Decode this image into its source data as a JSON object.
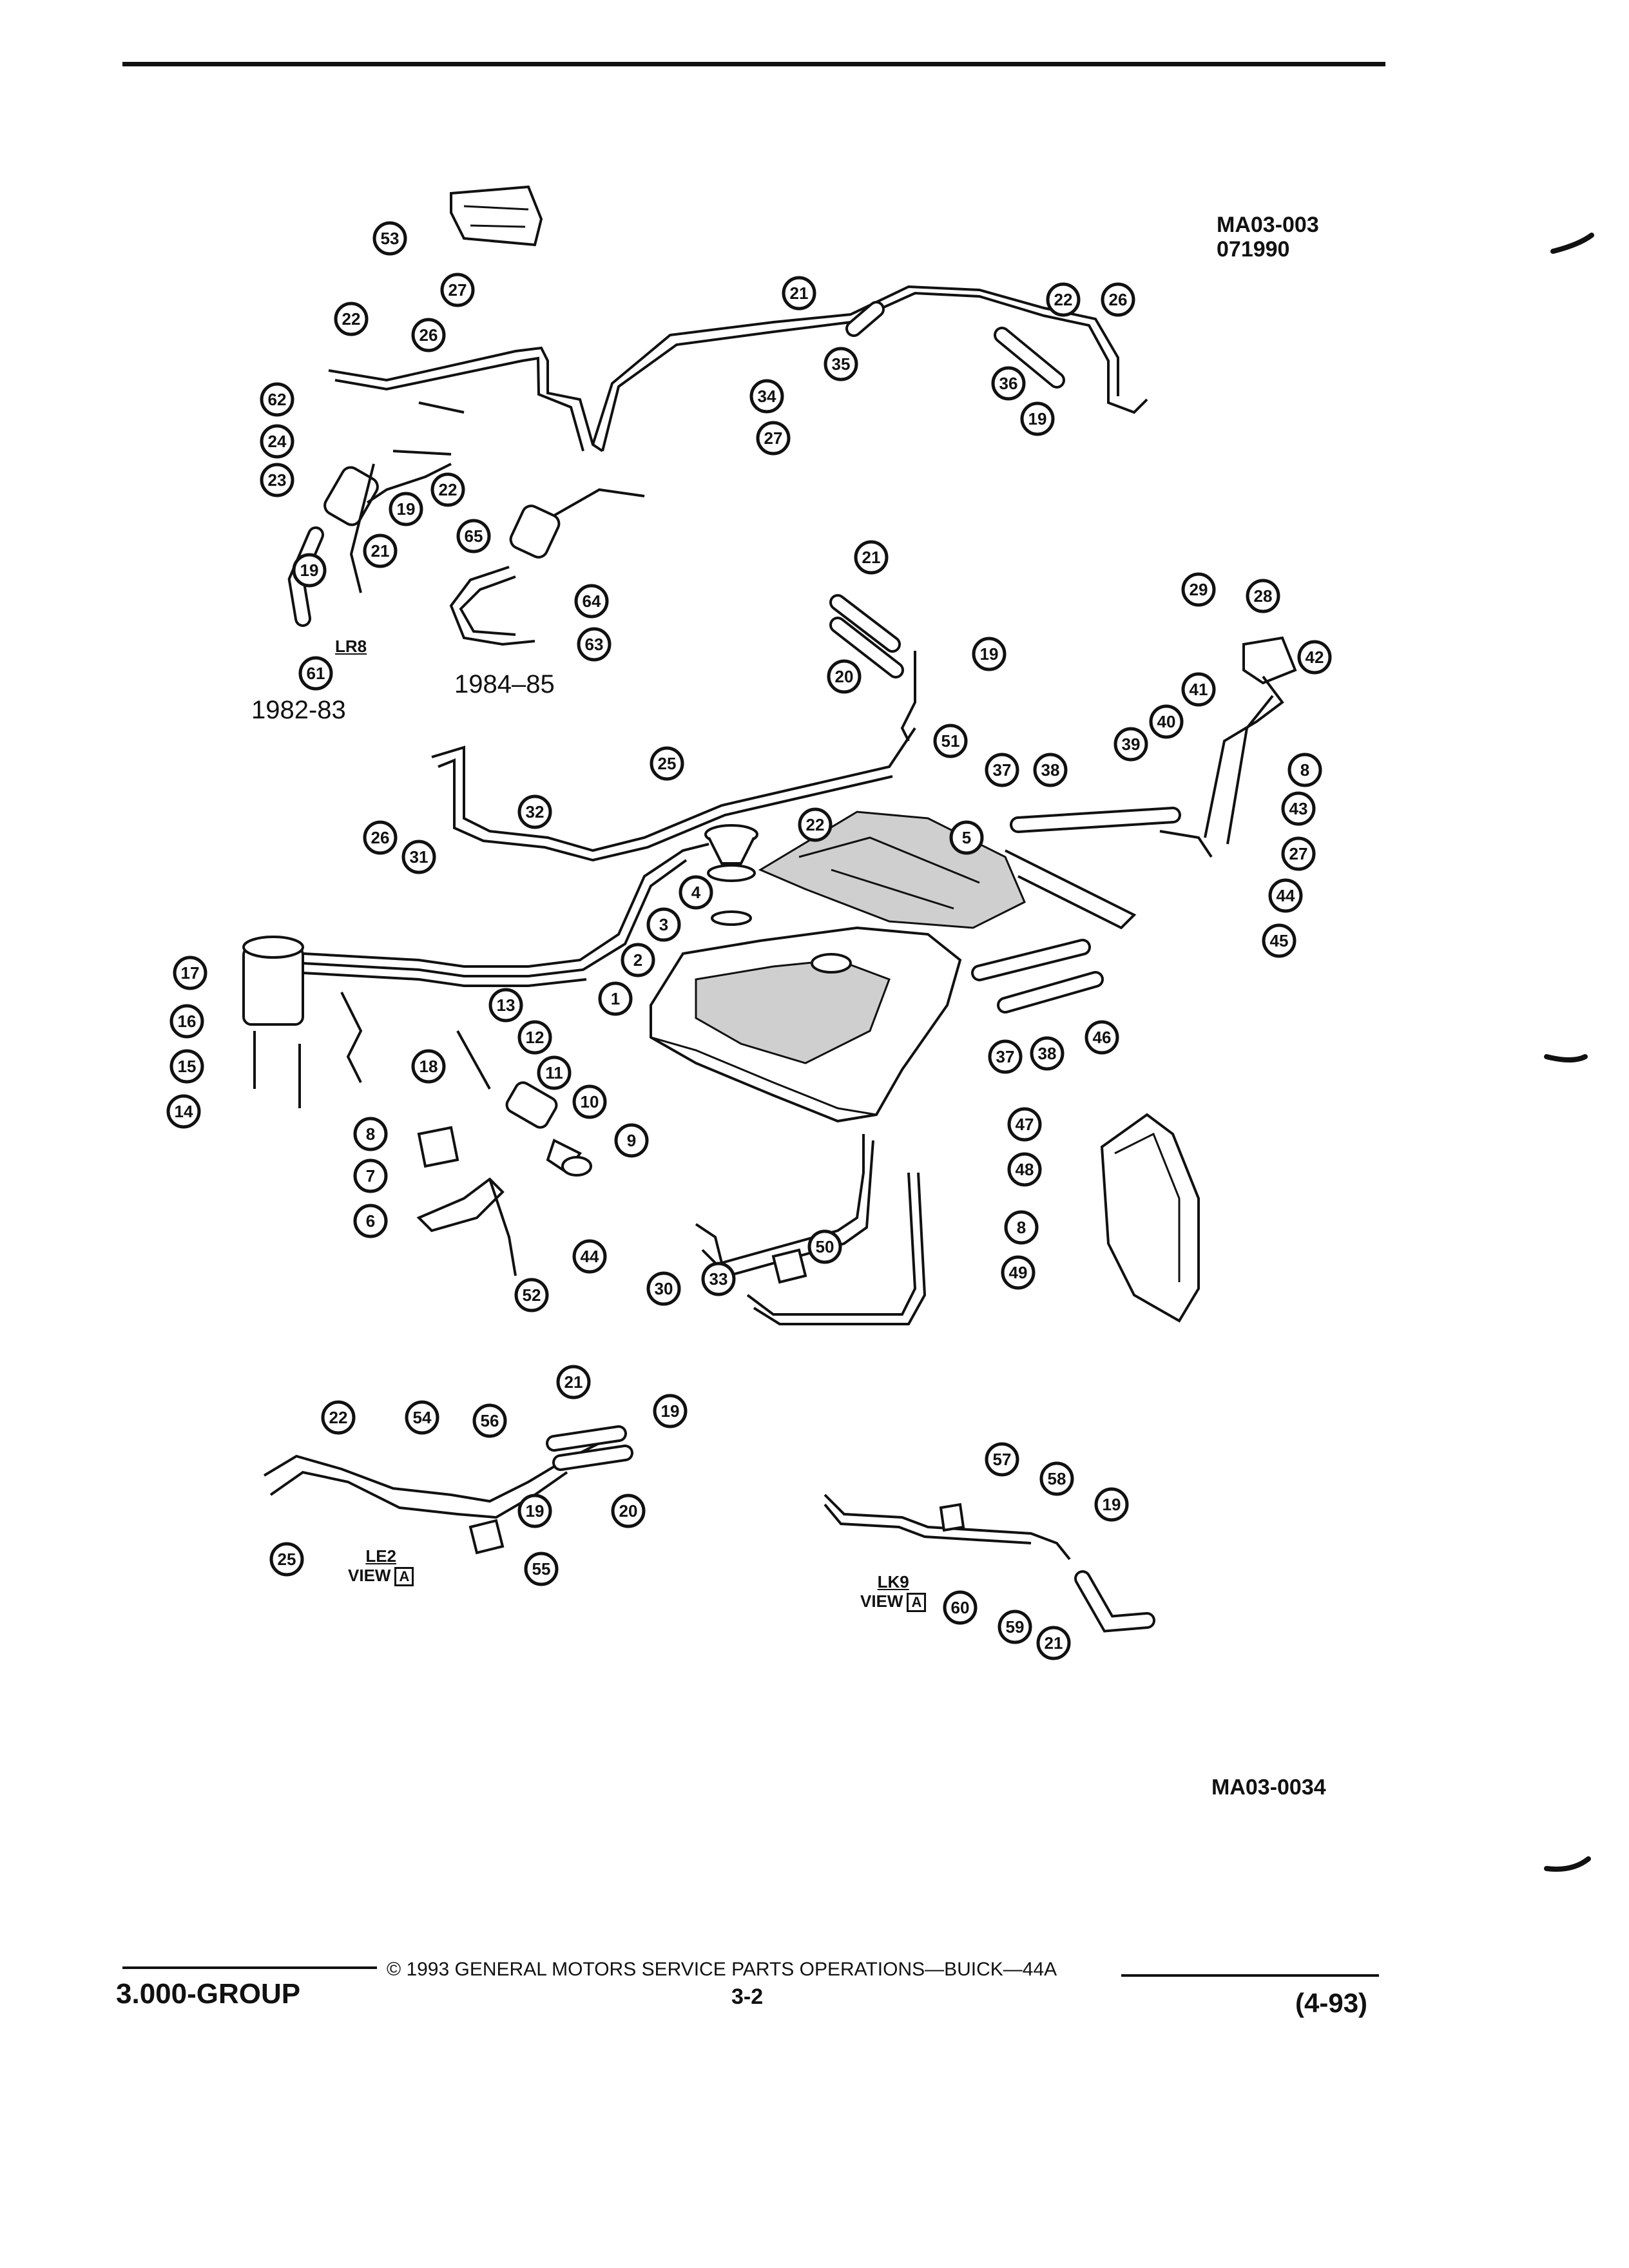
{
  "header": {
    "code_top": "MA03-003",
    "code_date": "071990"
  },
  "variants": {
    "lr8": "LR8",
    "le2": "LE2",
    "lk9": "LK9",
    "view_word": "VIEW",
    "view_letter": "A"
  },
  "years": {
    "y1982_83": "1982-83",
    "y1984_85": "1984–85"
  },
  "figure_code": "MA03-0034",
  "footer": {
    "group": "3.000-GROUP",
    "copyright": "© 1993 GENERAL MOTORS SERVICE PARTS OPERATIONS—BUICK—44A",
    "page": "3-2",
    "date": "(4-93)"
  },
  "callouts": [
    "53",
    "27",
    "22",
    "26",
    "21",
    "22",
    "26",
    "35",
    "36",
    "19",
    "34",
    "27",
    "62",
    "24",
    "23",
    "22",
    "19",
    "21",
    "19",
    "61",
    "65",
    "64",
    "63",
    "21",
    "19",
    "20",
    "29",
    "28",
    "42",
    "8",
    "43",
    "27",
    "44",
    "45",
    "41",
    "40",
    "39",
    "37",
    "38",
    "51",
    "25",
    "32",
    "26",
    "31",
    "22",
    "5",
    "4",
    "3",
    "2",
    "1",
    "17",
    "16",
    "15",
    "14",
    "18",
    "13",
    "12",
    "11",
    "10",
    "9",
    "8",
    "7",
    "6",
    "52",
    "44",
    "30",
    "33",
    "50",
    "49",
    "47",
    "48",
    "8",
    "37",
    "38",
    "46",
    "21",
    "22",
    "54",
    "56",
    "19",
    "19",
    "20",
    "25",
    "55",
    "57",
    "58",
    "19",
    "60",
    "59",
    "21"
  ]
}
